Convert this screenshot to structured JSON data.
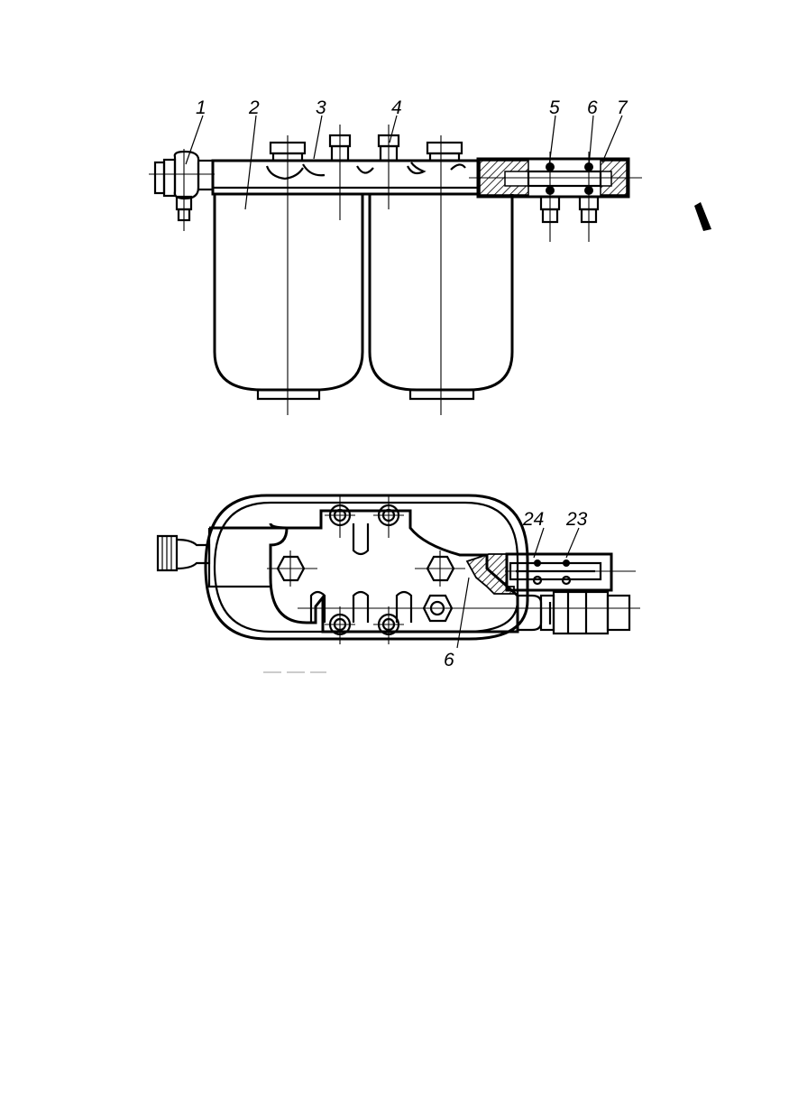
{
  "figure": {
    "top_view_labels": [
      "1",
      "2",
      "3",
      "4",
      "5",
      "6",
      "7"
    ],
    "bottom_view_labels": [
      "24",
      "23",
      "6"
    ]
  }
}
